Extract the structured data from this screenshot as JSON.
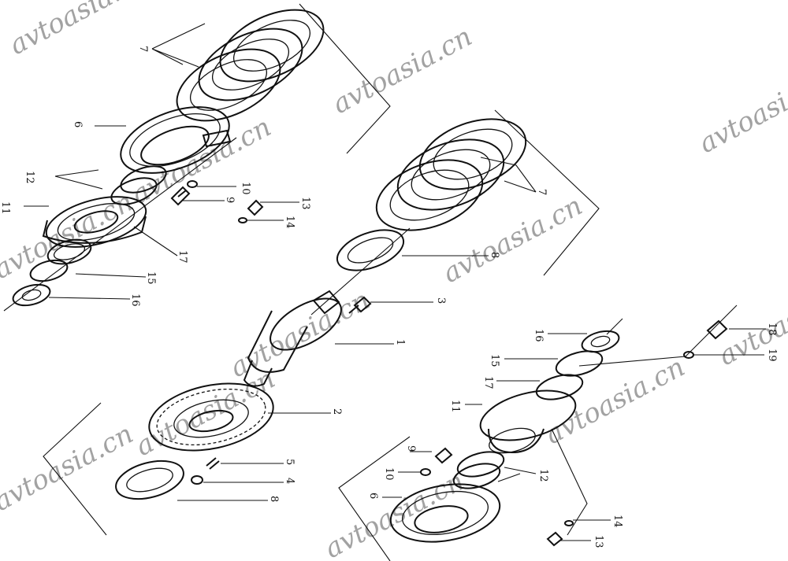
{
  "watermark": "avtoasia.cn",
  "callouts": [
    "1",
    "2",
    "3",
    "4",
    "5",
    "6",
    "7",
    "8",
    "9",
    "10",
    "11",
    "12",
    "13",
    "14",
    "15",
    "16",
    "17",
    "18",
    "19"
  ]
}
